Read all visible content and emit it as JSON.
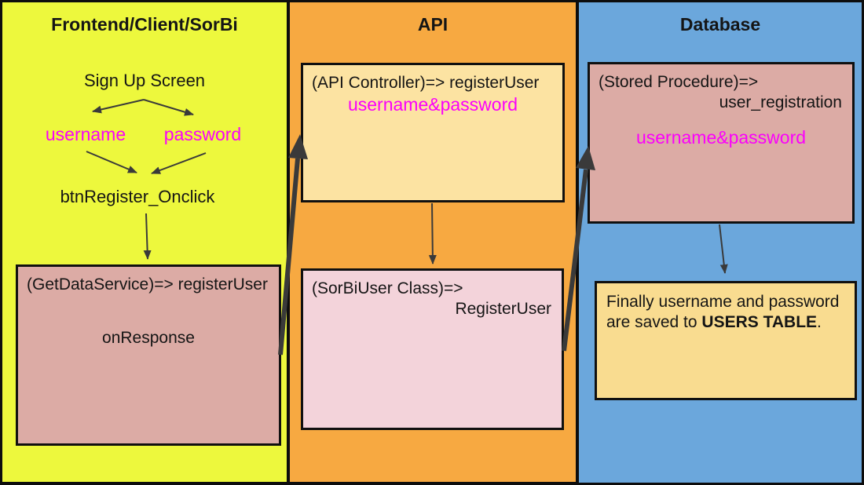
{
  "colors": {
    "frontend_bg": "#EDF83D",
    "api_bg": "#F7A941",
    "db_bg": "#6BA7DC",
    "box_salmon": "#DCABA5",
    "box_cream": "#FCE3A2",
    "box_pink": "#F3D3DA",
    "box_cream2": "#F9DC90",
    "magenta": "#FB00FB",
    "arrow": "#3A3A3A",
    "text": "#151515"
  },
  "columns": {
    "frontend": {
      "title": "Frontend/Client/SorBi"
    },
    "api": {
      "title": "API"
    },
    "database": {
      "title": "Database"
    }
  },
  "frontend": {
    "signup": "Sign Up Screen",
    "username": "username",
    "password": "password",
    "button": "btnRegister_Onclick",
    "service_box": {
      "header": "(GetDataService)=> registerUser",
      "body": "onResponse"
    }
  },
  "api": {
    "controller_box": {
      "header": "(API Controller)=> registerUser",
      "params": "username&password"
    },
    "class_box": {
      "header": "(SorBiUser Class)=>",
      "method": "RegisterUser"
    }
  },
  "database": {
    "procedure_box": {
      "header": "(Stored Procedure)=>",
      "name": "user_registration",
      "params": "username&password"
    },
    "result_box": {
      "line1": "Finally username and password",
      "line2_prefix": "are saved to ",
      "line2_bold": "USERS TABLE",
      "line2_suffix": "."
    }
  }
}
